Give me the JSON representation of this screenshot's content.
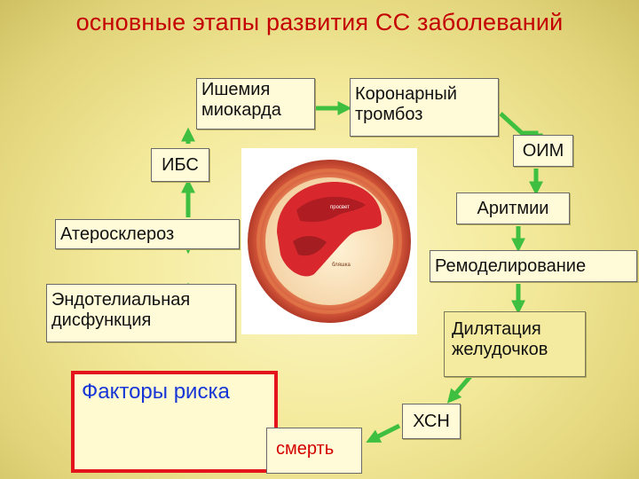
{
  "title": "основные этапы развития СС заболеваний",
  "nodes": {
    "ischemia": "Ишемия\nмиокарда",
    "thrombosis": "Коронарный\nтромбоз",
    "ibs": "ИБС",
    "oim": "ОИМ",
    "arrhythmia": "Аритмии",
    "atherosclerosis": "Атеросклероз",
    "remodeling": "Ремоделирование",
    "endothelial": "Эндотелиальная\nдисфункция",
    "dilatation": "Дилятация\nжелудочков",
    "risk_factors": "Факторы риска",
    "chf": "ХСН",
    "death": "смерть"
  },
  "image_labels": {
    "lumen": "просвет",
    "plaque": "бляшка"
  },
  "colors": {
    "title": "#c40000",
    "arrow": "#3fbf3f",
    "risk_border": "#e4141c",
    "risk_text": "#1636d6",
    "death_text": "#d40000"
  }
}
